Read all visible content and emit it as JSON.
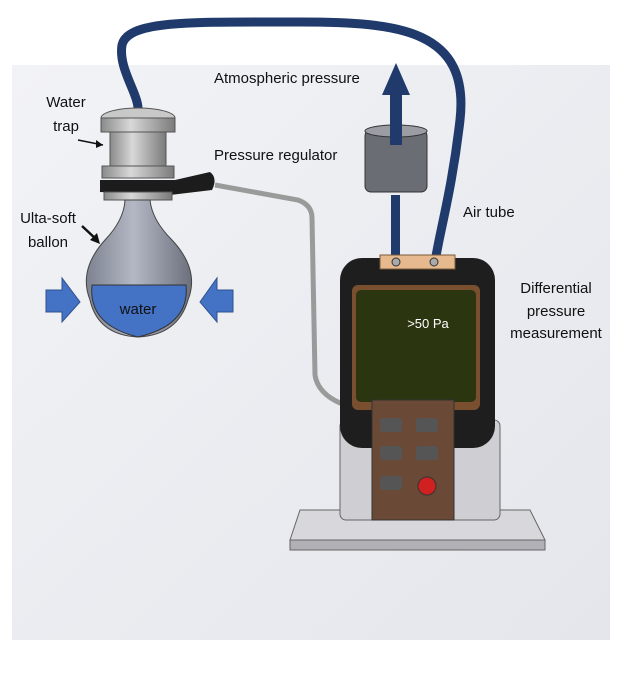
{
  "labels": {
    "water_trap_line1": "Water",
    "water_trap_line2": "trap",
    "balloon_line1": "Ulta-soft",
    "balloon_line2": "ballon",
    "water": "water",
    "atmospheric": "Atmospheric pressure",
    "regulator": "Pressure regulator",
    "air_tube": "Air tube",
    "diff_line1": "Differential",
    "diff_line2": "pressure",
    "diff_line3": "measurement",
    "screen_reading": ">50 Pa"
  },
  "colors": {
    "tube": "#1f3a6b",
    "water": "#4472c4",
    "screen": "#2b3510",
    "device": "#1e1e1e"
  }
}
